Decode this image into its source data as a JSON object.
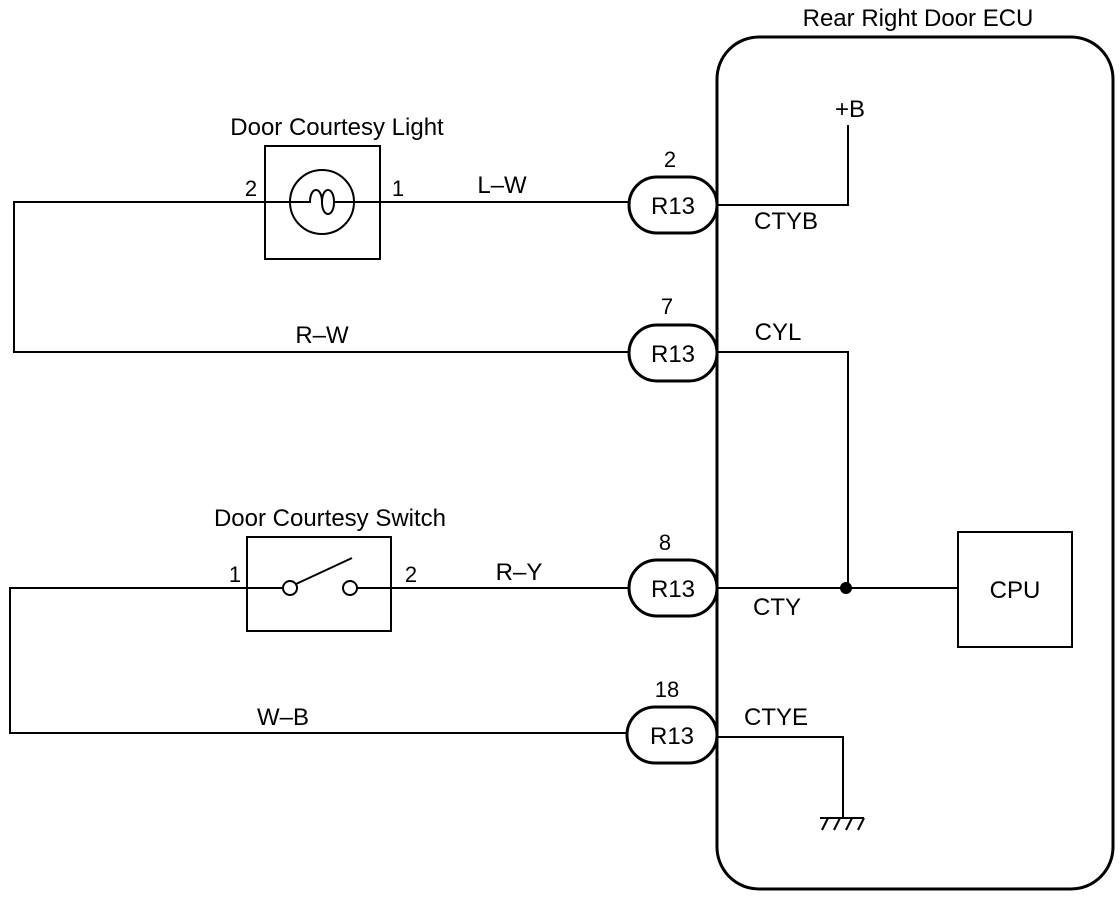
{
  "ecu": {
    "title": "Rear Right Door ECU",
    "power_label": "+B",
    "cpu_label": "CPU"
  },
  "courtesy_light": {
    "title": "Door Courtesy Light",
    "pin_left": "2",
    "pin_right": "1"
  },
  "courtesy_switch": {
    "title": "Door Courtesy Switch",
    "pin_left": "1",
    "pin_right": "2"
  },
  "connectors": [
    {
      "pin": "2",
      "code": "R13",
      "wire": "L–W",
      "terminal": "CTYB"
    },
    {
      "pin": "7",
      "code": "R13",
      "wire": "R–W",
      "terminal": "CYL"
    },
    {
      "pin": "8",
      "code": "R13",
      "wire": "R–Y",
      "terminal": "CTY"
    },
    {
      "pin": "18",
      "code": "R13",
      "wire": "W–B",
      "terminal": "CTYE"
    }
  ]
}
